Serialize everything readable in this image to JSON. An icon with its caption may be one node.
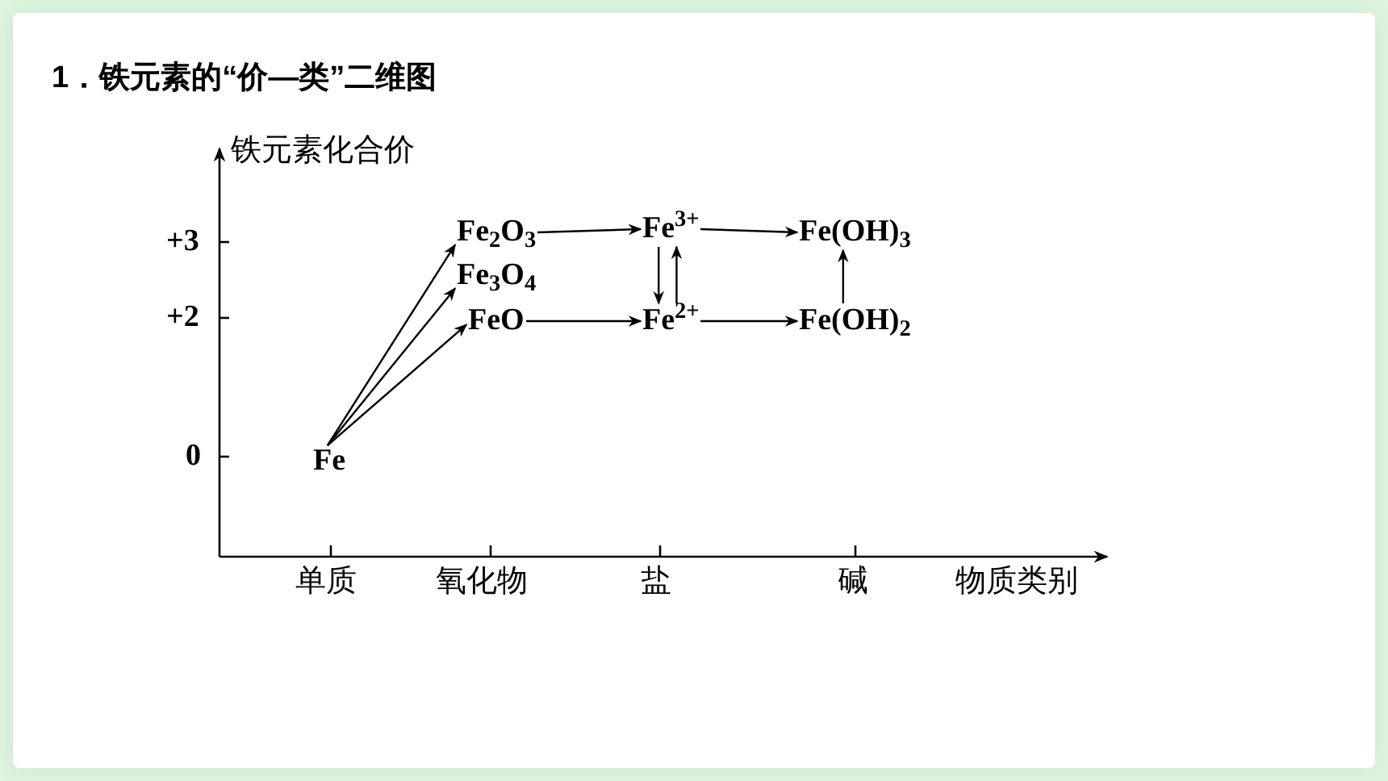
{
  "diagram": {
    "title": "1．铁元素的“价—类”二维图",
    "nodes": [
      {
        "text": [
          "Fe"
        ]
      },
      {
        "text": [
          "Fe$_{2}$O$_{3}$"
        ]
      },
      {
        "text": [
          "Fe$_{3}$O$_{4}$"
        ]
      },
      {
        "text": [
          "FeO"
        ]
      },
      {
        "text": [
          "Fe$^{3+}$"
        ]
      },
      {
        "text": [
          "Fe$^{2+}$"
        ]
      },
      {
        "text": [
          "Fe(OH)$_{3}$"
        ]
      },
      {
        "text": [
          "Fe(OH)$_{2}$"
        ]
      }
    ],
    "edges": [
      {
        "from": 0,
        "to": 1,
        "arrow": "to"
      },
      {
        "from": 0,
        "to": 2,
        "arrow": "to"
      },
      {
        "from": 0,
        "to": 3,
        "arrow": "to"
      },
      {
        "from": 1,
        "to": 4,
        "arrow": "to"
      },
      {
        "from": 3,
        "to": 5,
        "arrow": "to"
      },
      {
        "from": 4,
        "to": 5,
        "arrow": "to"
      },
      {
        "from": 5,
        "to": 4,
        "arrow": "to"
      },
      {
        "from": 4,
        "to": 6,
        "arrow": "to"
      },
      {
        "from": 5,
        "to": 7,
        "arrow": "to"
      },
      {
        "from": 7,
        "to": 6,
        "arrow": "to"
      }
    ],
    "labels": [
      "铁元素化合价",
      "+3",
      "+2",
      "0",
      "单质",
      "氧化物",
      "盐",
      "碱",
      "物质类别"
    ]
  }
}
